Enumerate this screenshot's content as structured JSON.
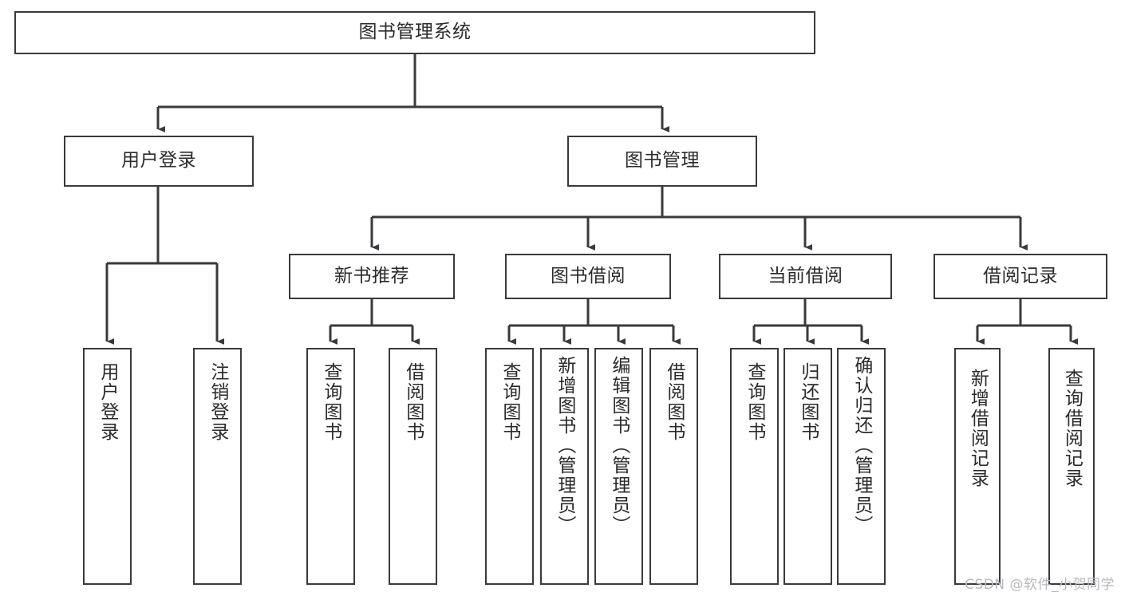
{
  "diagram": {
    "type": "tree",
    "title": "图书管理系统",
    "stroke_color": "#3a3a3d",
    "background_color": "#ffffff",
    "text_color": "#2b2b2b",
    "nodes": {
      "root": {
        "label": "图书管理系统"
      },
      "level2": [
        {
          "label": "用户登录"
        },
        {
          "label": "图书管理"
        }
      ],
      "level3": [
        {
          "label": "新书推荐"
        },
        {
          "label": "图书借阅"
        },
        {
          "label": "当前借阅"
        },
        {
          "label": "借阅记录"
        }
      ],
      "leaves": {
        "user_login": [
          {
            "label": "用户登录"
          },
          {
            "label": "注销登录"
          }
        ],
        "new_book_recommend": [
          {
            "label": "查询图书"
          },
          {
            "label": "借阅图书"
          }
        ],
        "book_borrow": [
          {
            "label": "查询图书"
          },
          {
            "label": "新增图书（管理员）"
          },
          {
            "label": "编辑图书（管理员）"
          },
          {
            "label": "借阅图书"
          }
        ],
        "current_borrow": [
          {
            "label": "查询图书"
          },
          {
            "label": "归还图书"
          },
          {
            "label": "确认归还（管理员）"
          }
        ],
        "borrow_record": [
          {
            "label": "新增借阅记录"
          },
          {
            "label": "查询借阅记录"
          }
        ]
      }
    }
  },
  "watermark": {
    "text": "CSDN @软件_小贺同学"
  }
}
